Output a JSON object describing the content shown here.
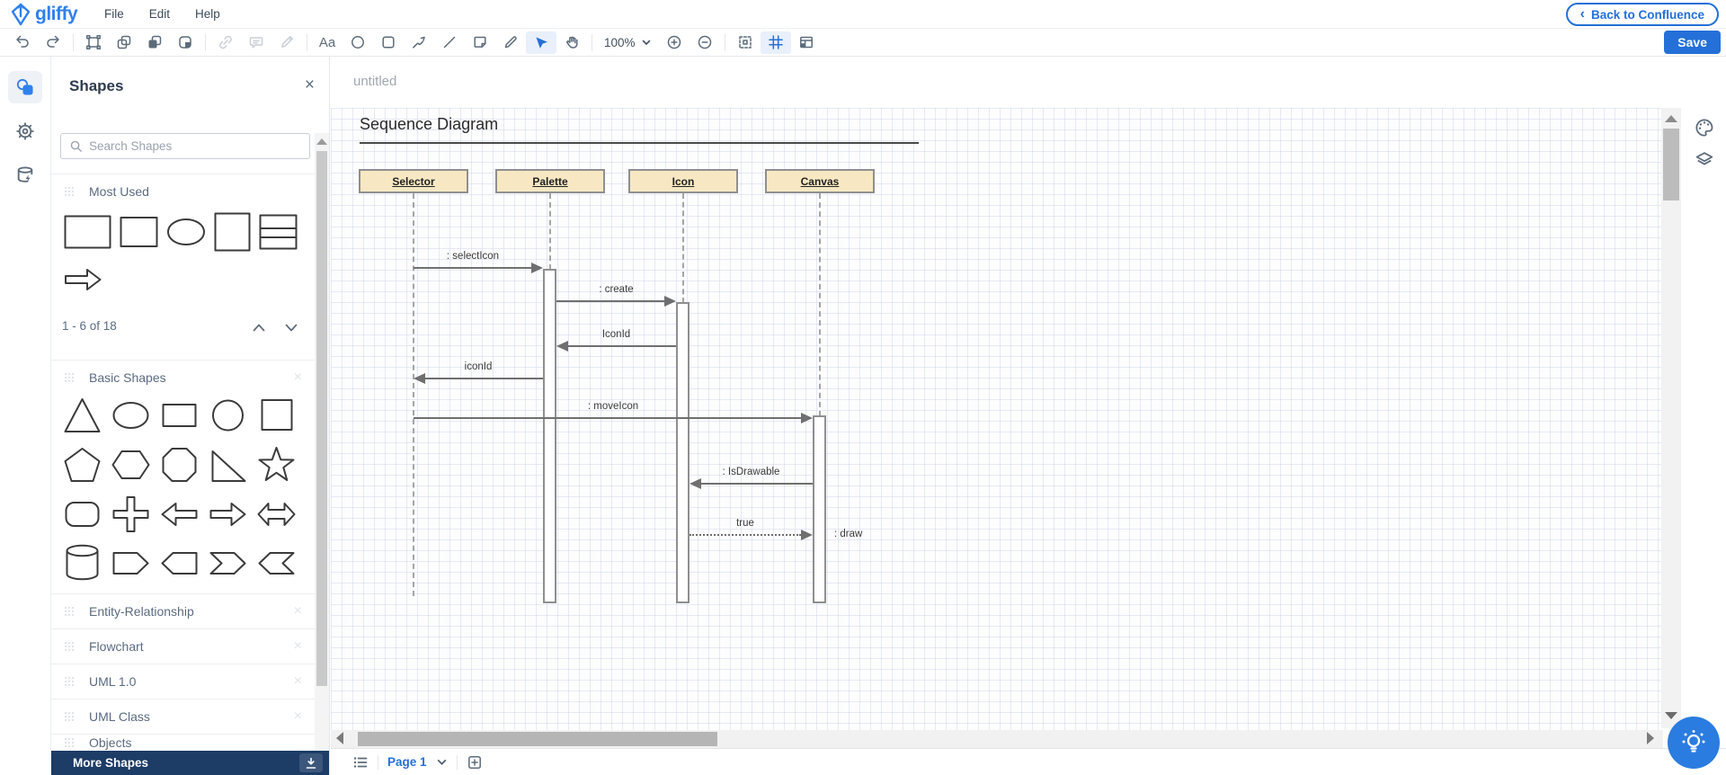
{
  "menubar": {
    "logo_text": "gliffy",
    "items": [
      "File",
      "Edit",
      "Help"
    ],
    "back_button": "Back to Confluence"
  },
  "toolbar": {
    "zoom_value": "100%",
    "save_label": "Save",
    "icons": [
      "undo",
      "redo",
      "select-group",
      "duplicate",
      "send-backward",
      "mask",
      "link",
      "comment",
      "format-painter",
      "text",
      "ellipse-tool",
      "shape-tool",
      "connector",
      "line-tool",
      "note",
      "pencil",
      "pointer",
      "pan",
      "zoom-level",
      "zoom-in",
      "zoom-out",
      "fit-to-screen",
      "grid-toggle",
      "page-setup"
    ],
    "active_tool": "pointer",
    "grid_on": true
  },
  "rail": {
    "icons": [
      "shapes",
      "settings",
      "import-data"
    ]
  },
  "shapes_panel": {
    "title": "Shapes",
    "search_placeholder": "Search Shapes",
    "most_used": {
      "label": "Most Used",
      "pagination": "1 - 6 of 18",
      "shapes": [
        "rectangle",
        "rectangle",
        "ellipse",
        "rectangle-tall",
        "uml-class",
        "block-arrow-right"
      ]
    },
    "basic_shapes": {
      "label": "Basic Shapes",
      "shapes": [
        "triangle",
        "ellipse",
        "rectangle",
        "circle",
        "square",
        "pentagon",
        "hexagon",
        "octagon",
        "right-triangle",
        "star",
        "rounded-rectangle",
        "cross",
        "block-arrow-left",
        "block-arrow-right",
        "block-arrow-double",
        "cylinder",
        "pentagon-arrow-right",
        "pentagon-arrow-left",
        "chevron-right",
        "chevron-left"
      ]
    },
    "categories": [
      "Entity-Relationship",
      "Flowchart",
      "UML 1.0",
      "UML Class",
      "Objects"
    ],
    "more_shapes_label": "More Shapes"
  },
  "canvas": {
    "doc_title": "untitled",
    "diagram": {
      "title": "Sequence Diagram",
      "lifelines": [
        "Selector",
        "Palette",
        "Icon",
        "Canvas"
      ],
      "messages": [
        {
          "label": ": selectIcon",
          "from": "Selector",
          "to": "Palette",
          "style": "solid"
        },
        {
          "label": ": create",
          "from": "Palette",
          "to": "Icon",
          "style": "solid"
        },
        {
          "label": "IconId",
          "from": "Icon",
          "to": "Palette",
          "style": "solid"
        },
        {
          "label": "iconId",
          "from": "Palette",
          "to": "Selector",
          "style": "solid"
        },
        {
          "label": ": moveIcon",
          "from": "Selector",
          "to": "Canvas",
          "style": "solid"
        },
        {
          "label": ": IsDrawable",
          "from": "Canvas",
          "to": "Icon",
          "style": "solid"
        },
        {
          "label": "true",
          "from": "Icon",
          "to": "Canvas",
          "style": "dotted"
        },
        {
          "label": ": draw",
          "from": "Canvas",
          "to": "Canvas",
          "style": "label"
        }
      ]
    }
  },
  "bottombar": {
    "page_label": "Page 1"
  },
  "colors": {
    "accent": "#2470d8",
    "logo_blue": "#2f80ed",
    "lifeline_fill": "#f7e8c3",
    "lifeline_border": "#8f8f8f",
    "more_shapes_bg": "#1d3c66",
    "fab_bg": "#2b7ce0"
  }
}
